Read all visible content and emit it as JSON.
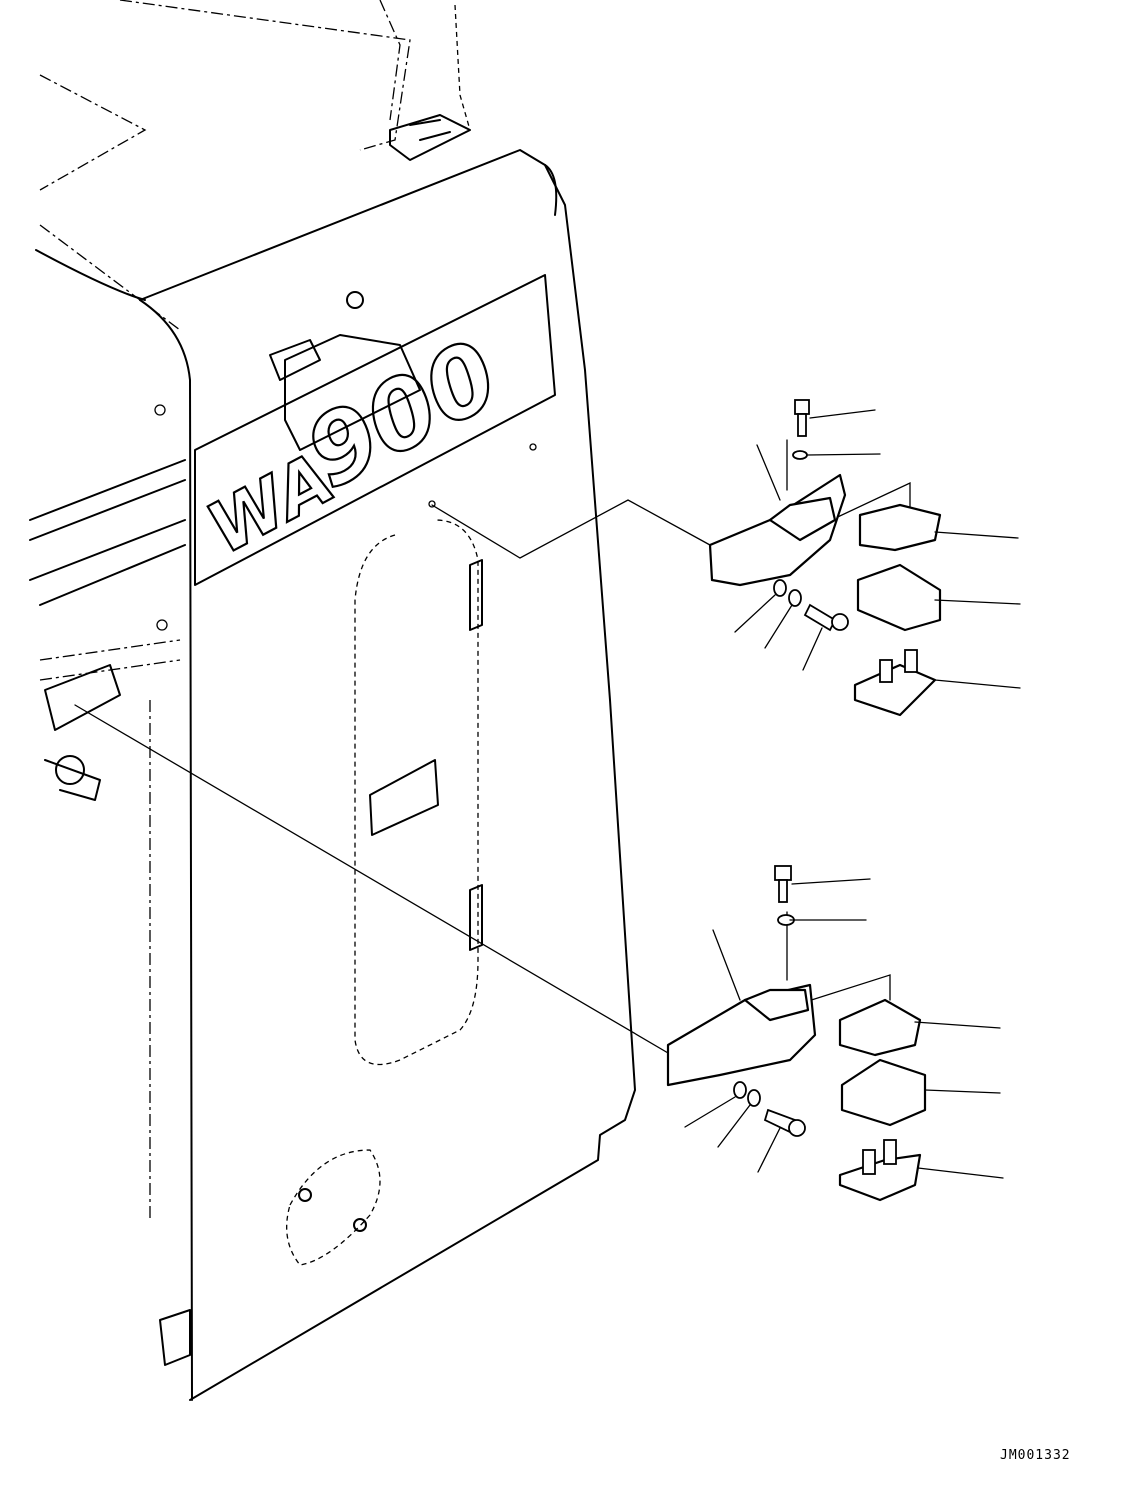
{
  "drawing": {
    "logo_prefix": "WA",
    "logo_model": "900",
    "reference_code": "JM001332"
  }
}
